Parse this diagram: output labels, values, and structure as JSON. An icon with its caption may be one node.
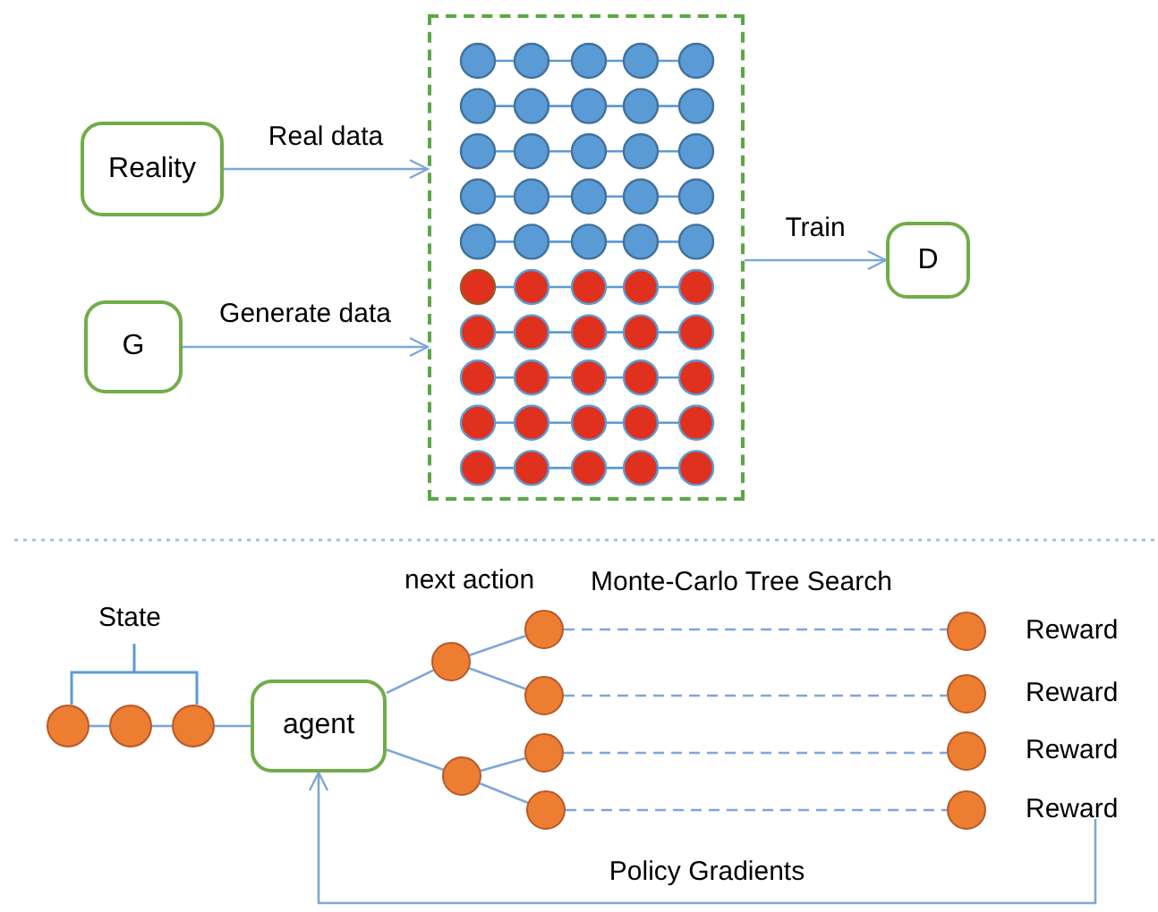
{
  "diagram": {
    "nodes": [
      {
        "text": [
          "Reality"
        ]
      },
      {
        "text": [
          "G"
        ]
      },
      {
        "text": [],
        "shape": "box"
      },
      {
        "text": [
          "D"
        ]
      },
      {
        "text": [],
        "shape": "circle"
      },
      {
        "text": [],
        "shape": "circle"
      },
      {
        "text": [],
        "shape": "circle"
      },
      {
        "text": [
          "agent"
        ]
      },
      {
        "text": [],
        "shape": "circle"
      },
      {
        "text": [],
        "shape": "circle"
      },
      {
        "text": [],
        "shape": "circle"
      },
      {
        "text": [],
        "shape": "circle"
      },
      {
        "text": [],
        "shape": "circle"
      },
      {
        "text": [],
        "shape": "circle"
      },
      {
        "text": [],
        "shape": "circle",
        "beside": [
          "Reward"
        ]
      },
      {
        "text": [],
        "shape": "circle",
        "beside": [
          "Reward"
        ]
      },
      {
        "text": [],
        "shape": "circle",
        "beside": [
          "Reward"
        ]
      },
      {
        "text": [],
        "shape": "circle",
        "beside": [
          "Reward"
        ]
      }
    ],
    "edges": [
      {
        "from": 0,
        "to": 2,
        "arrow": "to",
        "label": "Real data"
      },
      {
        "from": 1,
        "to": 2,
        "arrow": "to",
        "label": "Generate data"
      },
      {
        "from": 2,
        "to": 3,
        "arrow": "to",
        "label": "Train"
      },
      {
        "from": 4,
        "to": 5,
        "arrow": "none"
      },
      {
        "from": 5,
        "to": 6,
        "arrow": "none"
      },
      {
        "from": 6,
        "to": 7,
        "arrow": "none"
      },
      {
        "from": 7,
        "to": 8,
        "arrow": "none"
      },
      {
        "from": 7,
        "to": 9,
        "arrow": "none"
      },
      {
        "from": 8,
        "to": 10,
        "arrow": "none"
      },
      {
        "from": 8,
        "to": 11,
        "arrow": "none"
      },
      {
        "from": 9,
        "to": 12,
        "arrow": "none"
      },
      {
        "from": 9,
        "to": 13,
        "arrow": "none"
      },
      {
        "from": 10,
        "to": 14,
        "arrow": "none",
        "style": "dashed"
      },
      {
        "from": 11,
        "to": 15,
        "arrow": "none",
        "style": "dashed"
      },
      {
        "from": 12,
        "to": 16,
        "arrow": "none",
        "style": "dashed"
      },
      {
        "from": 13,
        "to": 17,
        "arrow": "none",
        "style": "dashed"
      },
      {
        "from": 17,
        "to": 7,
        "arrow": "to",
        "label": "Policy Gradients"
      }
    ],
    "labels": [
      "State",
      "next action",
      "Monte-Carlo Tree Search"
    ]
  }
}
